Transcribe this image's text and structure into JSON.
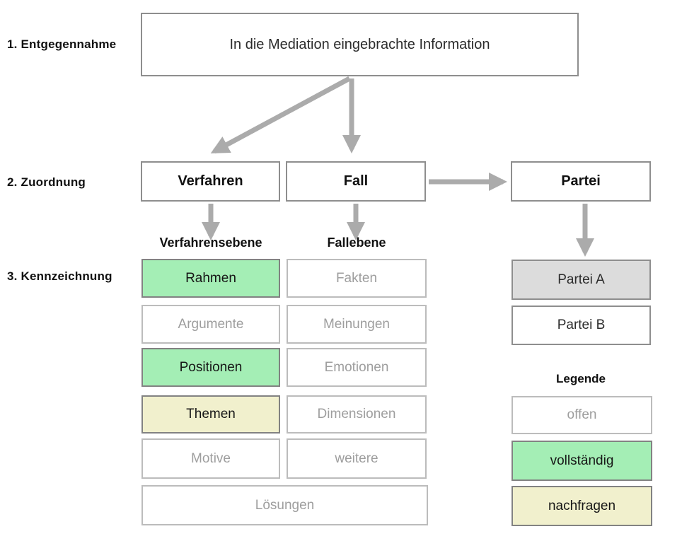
{
  "colors": {
    "green": "#a4eeb5",
    "yellow": "#f1f0cd",
    "gray_fill": "#dcdcdc",
    "dark_border": "#828282",
    "mid_border": "#8e8e8e",
    "light_border": "#bcbcbc",
    "arrow": "#ababab",
    "muted_text": "#9e9e9e",
    "dark_text": "#2b2b2b",
    "black_text": "#111111"
  },
  "step_labels": {
    "entgegennahme": "1. Entgegennahme",
    "zuordnung": "2. Zuordnung",
    "kennzeichnung": "3. Kennzeichnung"
  },
  "intake": {
    "label": "In die Mediation eingebrachte Information"
  },
  "assignment_nodes": {
    "verfahren": "Verfahren",
    "fall": "Fall",
    "partei": "Partei"
  },
  "verfahrensebene": {
    "header": "Verfahrensebene",
    "items": [
      {
        "label": "Rahmen",
        "status": "vollständig"
      },
      {
        "label": "Argumente",
        "status": "offen"
      },
      {
        "label": "Positionen",
        "status": "vollständig"
      },
      {
        "label": "Themen",
        "status": "nachfragen"
      },
      {
        "label": "Motive",
        "status": "offen"
      }
    ]
  },
  "fallebene": {
    "header": "Fallebene",
    "items": [
      {
        "label": "Fakten",
        "status": "offen"
      },
      {
        "label": "Meinungen",
        "status": "offen"
      },
      {
        "label": "Emotionen",
        "status": "offen"
      },
      {
        "label": "Dimensionen",
        "status": "offen"
      },
      {
        "label": "weitere",
        "status": "offen"
      }
    ]
  },
  "loesungen": {
    "label": "Lösungen",
    "status": "offen"
  },
  "parteien": [
    {
      "label": "Partei A",
      "highlighted": true
    },
    {
      "label": "Partei B",
      "highlighted": false
    }
  ],
  "legend": {
    "title": "Legende",
    "entries": [
      {
        "label": "offen",
        "color": "white"
      },
      {
        "label": "vollständig",
        "color": "green"
      },
      {
        "label": "nachfragen",
        "color": "yellow"
      }
    ]
  }
}
